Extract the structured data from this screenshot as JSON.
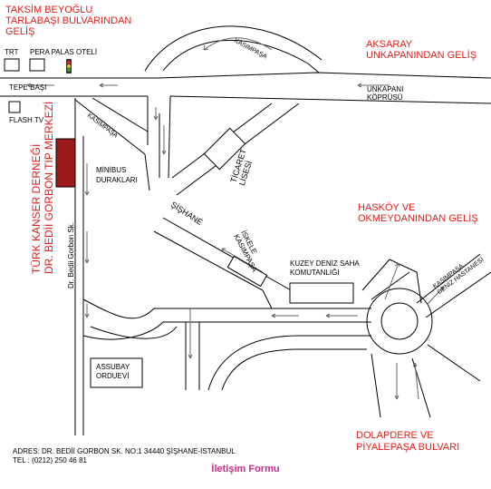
{
  "labels": {
    "taksim": [
      "TAKSİM BEYOĞLU",
      "TARLABAŞI BULVARINDAN",
      "GELİŞ"
    ],
    "aksaray": [
      "AKSARAY",
      "UNKAPANINDAN GELİŞ"
    ],
    "haskoy": [
      "HASKÖY VE",
      "OKMEYDANINDAN GELİŞ"
    ],
    "dolapdere": [
      "DOLAPDERE VE",
      "PİYALEPAŞA BULVARI"
    ],
    "trt": "TRT",
    "pera_palas": "PERA PALAS OTELİ",
    "tepe_basi": "TEPE BAŞI",
    "flash_tv": "FLASH TV",
    "kasimpasa_top": "KASIMPAŞA",
    "kasimpasa_left": "KASIMPAŞA",
    "unkapani": [
      "UNKAPANI",
      "KÖPRÜSÜ"
    ],
    "ticaret": [
      "TİCARET",
      "LİSESİ"
    ],
    "minibus": [
      "MİNİBUS",
      "DURAKLARI"
    ],
    "sishane": "ŞİŞHANE",
    "kasimpasa_iskele": [
      "KASIMPAŞA",
      "İSKELE"
    ],
    "kuzey_deniz": [
      "KUZEY DENİZ SAHA",
      "KOMUTANLIĞI"
    ],
    "turk_kanser": [
      "TÜRK KANSER DERNEĞİ",
      "DR. BEDİİ GORBON TIP MERKEZİ"
    ],
    "gorbon_street": "Dr. Bedii Gorbon Sk.",
    "assubay": [
      "ASSUBAY",
      "ORDUEVİ"
    ],
    "kasimpasa_hastane": [
      "KASIMPAŞA",
      "DENİZ HASTANESİ"
    ]
  },
  "footer": {
    "address": "ADRES: DR. BEDİİ GORBON SK. NO:1 34440 ŞİŞHANE-İSTANBUL",
    "tel": "TEL : (0212) 250 46 81",
    "contact_link": "İletişim Formu"
  },
  "colors": {
    "red_text": "#e0201c",
    "building_red": "#9b1b1b",
    "link": "#cc2b8a",
    "road": "#000000"
  }
}
